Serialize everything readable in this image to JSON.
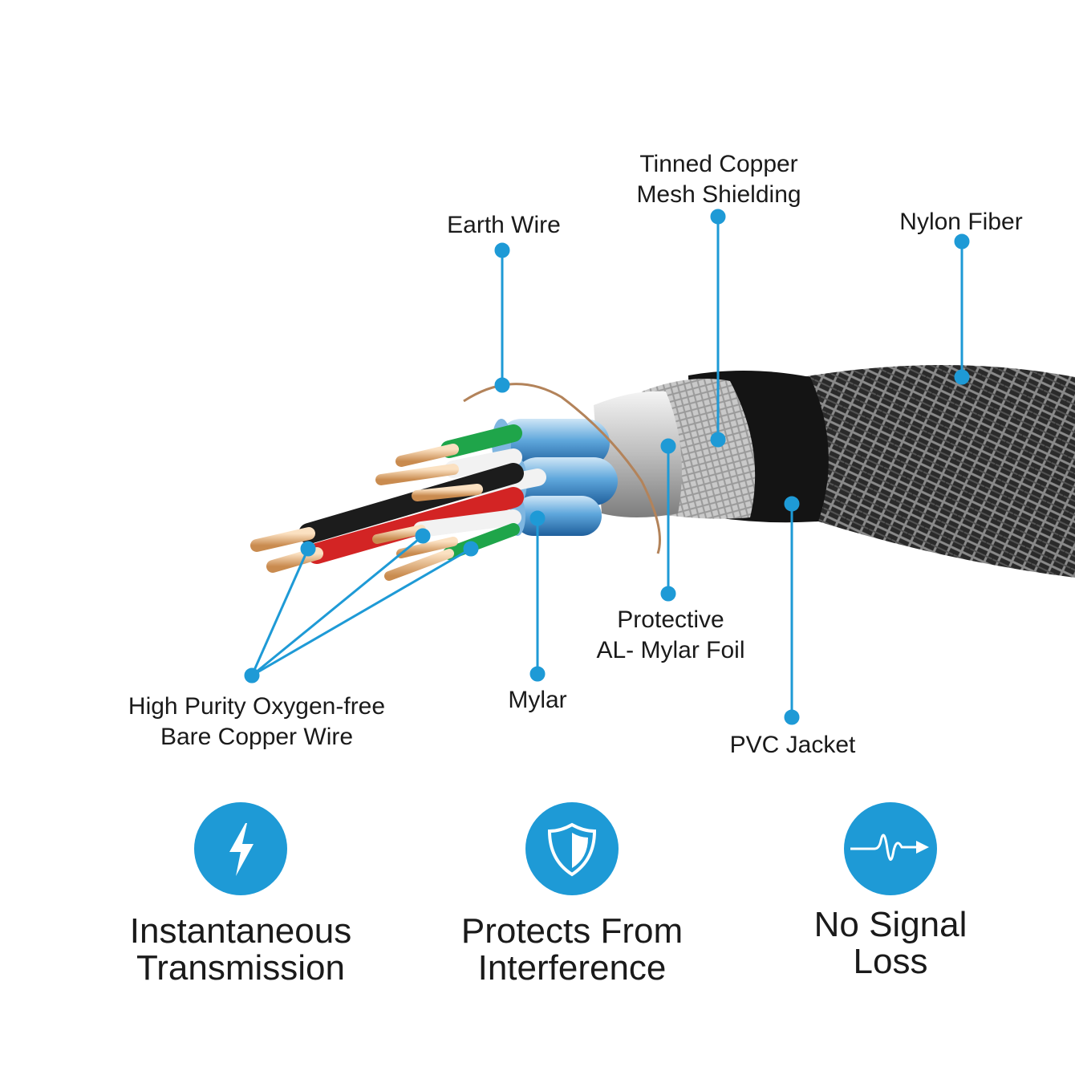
{
  "diagram": {
    "accent_color": "#1e9ad6",
    "labels": {
      "earth_wire": [
        "Earth Wire"
      ],
      "tinned_copper": [
        "Tinned Copper",
        "Mesh Shielding"
      ],
      "nylon_fiber": [
        "Nylon Fiber"
      ],
      "protective_foil": [
        "Protective",
        "AL- Mylar Foil"
      ],
      "mylar": [
        "Mylar"
      ],
      "pvc_jacket": [
        "PVC Jacket"
      ],
      "copper_wire": [
        "High Purity Oxygen-free",
        "Bare Copper Wire"
      ]
    }
  },
  "features": [
    {
      "icon": "lightning-bolt-icon",
      "lines": [
        "Instantaneous",
        "Transmission"
      ]
    },
    {
      "icon": "shield-icon",
      "lines": [
        "Protects From",
        "Interference"
      ]
    },
    {
      "icon": "signal-wave-icon",
      "lines": [
        "No Signal",
        "Loss"
      ]
    }
  ]
}
